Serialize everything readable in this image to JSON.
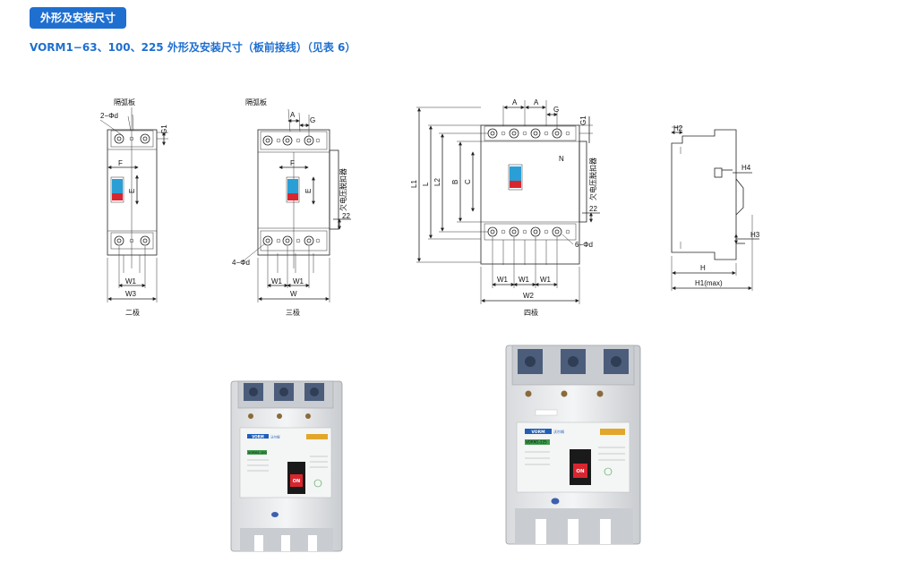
{
  "section_title": "外形及安装尺寸",
  "subtitle": "VORM1−63、100、225 外形及安装尺寸（板前接线）（见表 6）",
  "drawings": {
    "two_pole": {
      "caption": "二极",
      "labels": {
        "partition": "隔弧板",
        "hole": "2−Φd",
        "g1": "G1",
        "f": "F",
        "e": "E",
        "w1": "W1",
        "w3": "W3"
      }
    },
    "three_pole": {
      "caption": "三极",
      "labels": {
        "partition": "隔弧板",
        "a": "A",
        "g": "G",
        "f": "F",
        "e": "E",
        "hole": "4−Φd",
        "w1a": "W1",
        "w1b": "W1",
        "w": "W",
        "accessory": "欠电压脱扣器",
        "d22": "22"
      }
    },
    "four_pole": {
      "caption": "四极",
      "labels": {
        "a1": "A",
        "a2": "A",
        "g": "G",
        "g1": "G1",
        "n": "N",
        "l1": "L1",
        "l": "L",
        "l2": "L2",
        "b": "B",
        "c": "C",
        "accessory": "欠电压脱扣器",
        "d22": "22",
        "hole": "6−Φd",
        "w1a": "W1",
        "w1b": "W1",
        "w1c": "W1",
        "w2": "W2"
      }
    },
    "side": {
      "labels": {
        "h2": "H2",
        "h4": "H4",
        "h3": "H3",
        "h": "H",
        "h1": "H1(max)"
      }
    }
  },
  "products": {
    "small": {
      "brand": "VORM",
      "brand_cn": "沃尔姆",
      "model": "VORM1-100",
      "on": "ON"
    },
    "large": {
      "brand": "VORM",
      "brand_cn": "沃尔姆",
      "model": "VORM1-225",
      "on": "ON"
    }
  },
  "colors": {
    "accent": "#1f6fd0",
    "handle_blue": "#2a9fd6",
    "handle_red": "#d8262f",
    "drawing": "#222222"
  }
}
